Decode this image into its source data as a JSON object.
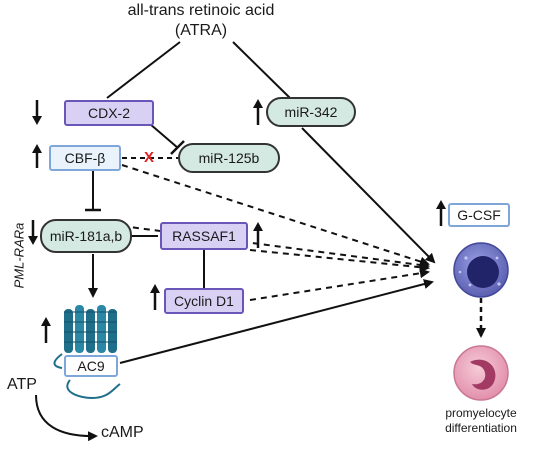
{
  "title": {
    "line1": "all-trans retinoic acid",
    "line2": "(ATRA)"
  },
  "nodes": {
    "cdx2": "CDX-2",
    "mir342": "miR-342",
    "cbfb": "CBF-β",
    "mir125b": "miR-125b",
    "mir181": "miR-181a,b",
    "rassaf1": "RASSAF1",
    "cyclind1": "Cyclin D1",
    "ac9": "AC9",
    "gcsf": "G-CSF"
  },
  "labels": {
    "pml_rara": "PML-RARa",
    "block": "X",
    "atp": "ATP",
    "camp": "cAMP",
    "outcome1": "promyelocyte",
    "outcome2": "differentiation"
  },
  "colors": {
    "purple_fill": "#d9d1f4",
    "purple_border": "#6a55b8",
    "mir_fill": "#d3e9e1",
    "blue_border": "#7fa6d8",
    "receptor": "#1f6f8b",
    "cell_blue": "#5b5fb0",
    "cell_pink": "#e7a9be",
    "block_red": "#e02020"
  },
  "icons": [
    "up-arrow",
    "down-arrow",
    "receptor-icon",
    "blood-cell-icon",
    "promyelocyte-cell-icon"
  ]
}
